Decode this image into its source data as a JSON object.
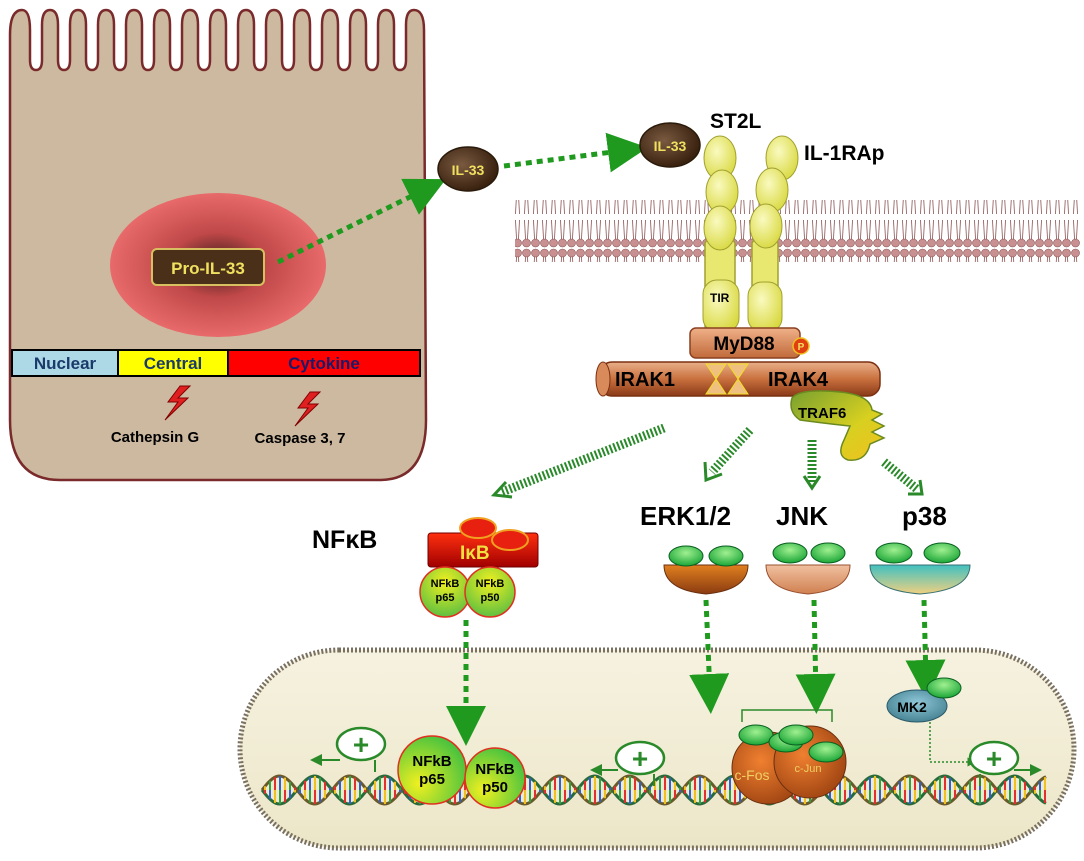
{
  "cell": {
    "pro_label": "Pro-IL-33",
    "domains": [
      "Nuclear",
      "Central",
      "Cytokine"
    ],
    "domain_colors": [
      "#add8e6",
      "#ffff00",
      "#ff0000"
    ],
    "protease1": "Cathepsin G",
    "protease2": "Caspase 3, 7"
  },
  "ligand": {
    "free_label": "IL-33",
    "bound_label": "IL-33"
  },
  "receptor": {
    "st2l": "ST2L",
    "il1rap": "IL-1RAp",
    "tir": "TIR",
    "myd88": "MyD88",
    "phospho": "P",
    "irak1": "IRAK1",
    "irak4": "IRAK4",
    "traf6": "TRAF6"
  },
  "pathways": {
    "nfkb_title": "NFκB",
    "ikb": "IκB",
    "nfkb_sub1a": "NFkB",
    "nfkb_sub1b": "p65",
    "nfkb_sub2a": "NFkB",
    "nfkb_sub2b": "p50",
    "erk": "ERK1/2",
    "jnk": "JNK",
    "p38": "p38"
  },
  "nucleus": {
    "mk2": "MK2",
    "cfos": "c-Fos",
    "cjun": "c-Jun",
    "nfkb_p65a": "NFkB",
    "nfkb_p65b": "p65",
    "nfkb_p50a": "NFkB",
    "nfkb_p50b": "p50",
    "plus": "+"
  },
  "colors": {
    "cell_fill": "#cdb9a0",
    "arrow_green": "#1f9a1f",
    "receptor_yellow": "#e8e870"
  }
}
